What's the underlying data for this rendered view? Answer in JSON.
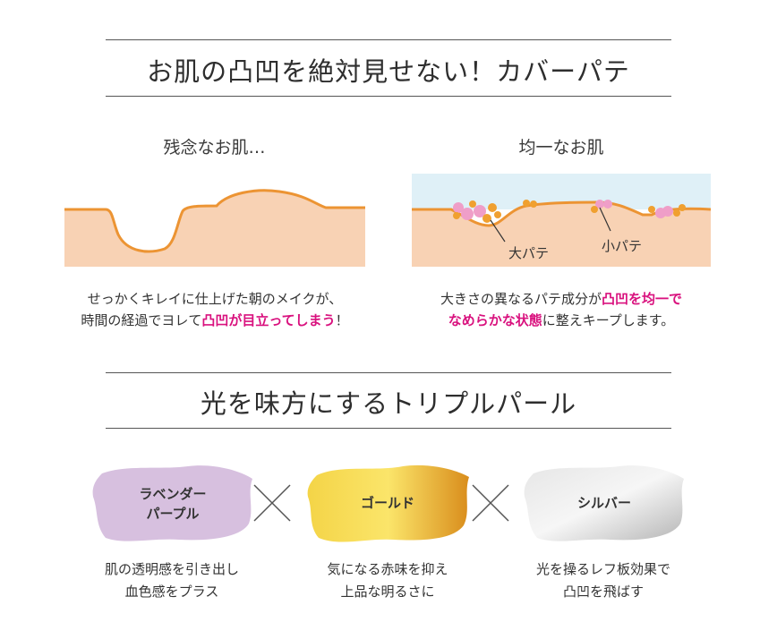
{
  "section1": {
    "heading": "お肌の凸凹を絶対見せない！カバーパテ",
    "left": {
      "title": "残念なお肌…",
      "caption_line1": "せっかくキレイに仕上げた朝のメイクが、",
      "caption_line2_pre": "時間の経過でヨレて",
      "caption_line2_emph": "凸凹が目立ってしまう",
      "caption_line2_post": "！"
    },
    "right": {
      "title": "均一なお肌",
      "label_large": "大パテ",
      "label_small": "小パテ",
      "caption_line1_pre": "大きさの異なるパテ成分が",
      "caption_line1_emph": "凸凹を均一で",
      "caption_line2_emph": "なめらかな状態",
      "caption_line2_post": "に整えキープします。"
    }
  },
  "section2": {
    "heading": "光を味方にするトリプルパール",
    "pearls": [
      {
        "label_line1": "ラベンダー",
        "label_line2": "パープル",
        "caption_line1": "肌の透明感を引き出し",
        "caption_line2": "血色感をプラス"
      },
      {
        "label_line1": "ゴールド",
        "label_line2": "",
        "caption_line1": "気になる赤味を抑え",
        "caption_line2": "上品な明るさに"
      },
      {
        "label_line1": "シルバー",
        "label_line2": "",
        "caption_line1": "光を操るレフ板効果で",
        "caption_line2": "凸凹を飛ばす"
      }
    ]
  },
  "colors": {
    "skin": "#f8d2b4",
    "skin_edge": "#ec9433",
    "film": "#dff0f7",
    "pink_particle": "#ef9ec8",
    "orange_particle": "#f0a030",
    "emphasis": "#d9117e",
    "lavender": "#d7c0df",
    "gold": "#e8b52a",
    "silver": "#cfcfcf"
  }
}
